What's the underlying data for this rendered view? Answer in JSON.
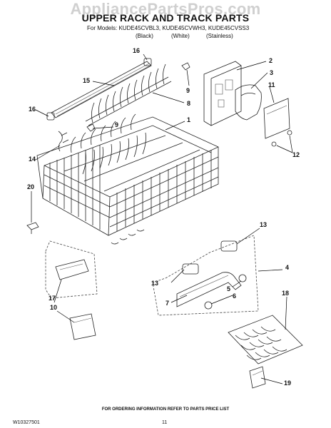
{
  "watermark": "AppliancePartsPros.com",
  "title": "UPPER RACK AND TRACK PARTS",
  "models_line": "For Models: KUDE45CVBL3, KUDE45CVWH3, KUDE45CVSS3",
  "variants": [
    "(Black)",
    "(White)",
    "(Stainless)"
  ],
  "labels": {
    "p16a": "16",
    "p15": "15",
    "p9a": "9",
    "p2": "2",
    "p3": "3",
    "p11": "11",
    "p8": "8",
    "p16b": "16",
    "p9b": "9",
    "p1": "1",
    "p14": "14",
    "p12": "12",
    "p20": "20",
    "p13a": "13",
    "p13b": "13",
    "p4": "4",
    "p7": "7",
    "p5": "5",
    "p6": "6",
    "p17": "17",
    "p10": "10",
    "p18": "18",
    "p19": "19"
  },
  "footer_note": "FOR ORDERING INFORMATION REFER TO PARTS PRICE LIST",
  "doc_number": "W10327501",
  "page_number": "11"
}
